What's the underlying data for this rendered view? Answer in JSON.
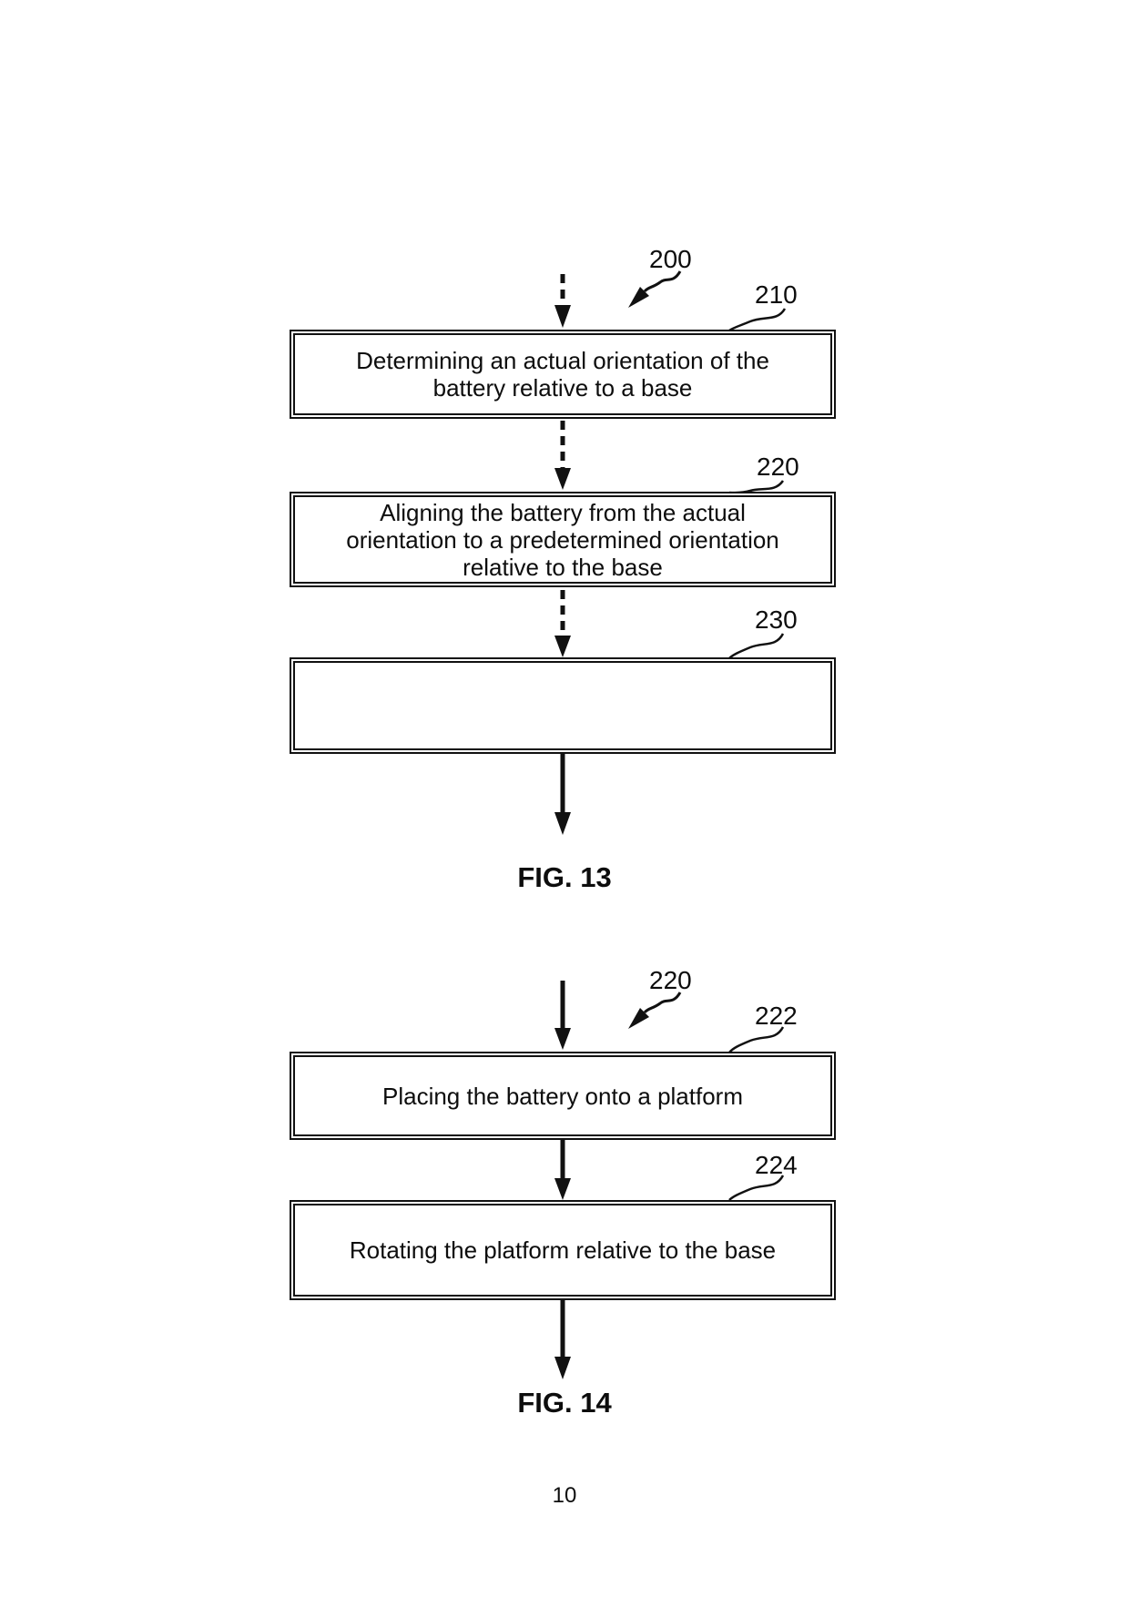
{
  "page": {
    "number": "10",
    "ink_color": "#0d0d0d",
    "paper_color": "#ffffff"
  },
  "fig13": {
    "caption": "FIG. 13",
    "process_ref": {
      "label": "200"
    },
    "steps": [
      {
        "ref": "210",
        "lines": [
          "Determining an actual orientation of the",
          "battery relative to a base"
        ]
      },
      {
        "ref": "220",
        "lines": [
          "Aligning the battery from the actual",
          "orientation to a predetermined orientation",
          "relative to the base"
        ]
      },
      {
        "ref": "230",
        "lines": []
      }
    ]
  },
  "fig14": {
    "caption": "FIG. 14",
    "process_ref": {
      "label": "220"
    },
    "steps": [
      {
        "ref": "222",
        "lines": [
          "Placing the battery onto a platform"
        ]
      },
      {
        "ref": "224",
        "lines": [
          "Rotating the platform relative to the base"
        ]
      }
    ]
  }
}
